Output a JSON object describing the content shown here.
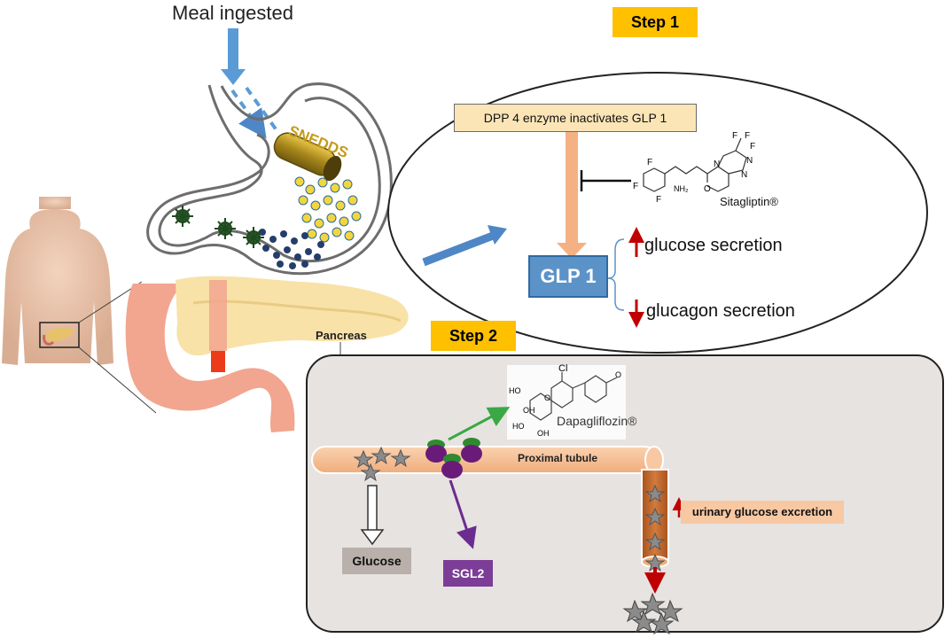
{
  "meal_label": "Meal ingested",
  "snedds_label": "SNEDDS",
  "step1": {
    "badge": "Step 1",
    "dpp4_label": "DPP 4 enzyme inactivates GLP 1",
    "drug_name": "Sitagliptin®",
    "glp1_label": "GLP 1",
    "effect_up": "glucose secretion",
    "effect_down": "glucagon secretion",
    "structure_labels": {
      "f1": "F",
      "f2": "F",
      "f3": "F",
      "f4": "F",
      "f5": "F",
      "f6": "F",
      "nh2": "NH₂",
      "o": "O",
      "n1": "N",
      "n2": "N",
      "n3": "N"
    }
  },
  "pancreas_label": "Pancreas",
  "step2": {
    "badge": "Step 2",
    "drug_name": "Dapagliflozin®",
    "tubule_label": "Proximal tubule",
    "excretion_label": "urinary glucose excretion",
    "glucose_label": "Glucose",
    "sgl2_label": "SGL2",
    "structure_labels": {
      "cl": "Cl",
      "ho1": "HO",
      "ho2": "HO",
      "oh1": "OH",
      "oh2": "OH",
      "o1": "O",
      "o2": "O"
    }
  },
  "colors": {
    "step_badge": "#ffc000",
    "dpp4_box": "#fbe5b6",
    "glp1_box": "#5b93c8",
    "peach_arrow": "#f4b183",
    "blue_arrow": "#5b9bd5",
    "red_arrow": "#c00000",
    "green_arrow": "#3aa844",
    "purple_arrow": "#6b2c91",
    "panel_bg": "#e7e3e0",
    "glucose_box": "#b9b0ab",
    "sgl2_box": "#7c3d96",
    "tubule": "#f8c8a3",
    "excretion_box": "#f8c8a3",
    "snedds_text": "#c59a1d"
  }
}
